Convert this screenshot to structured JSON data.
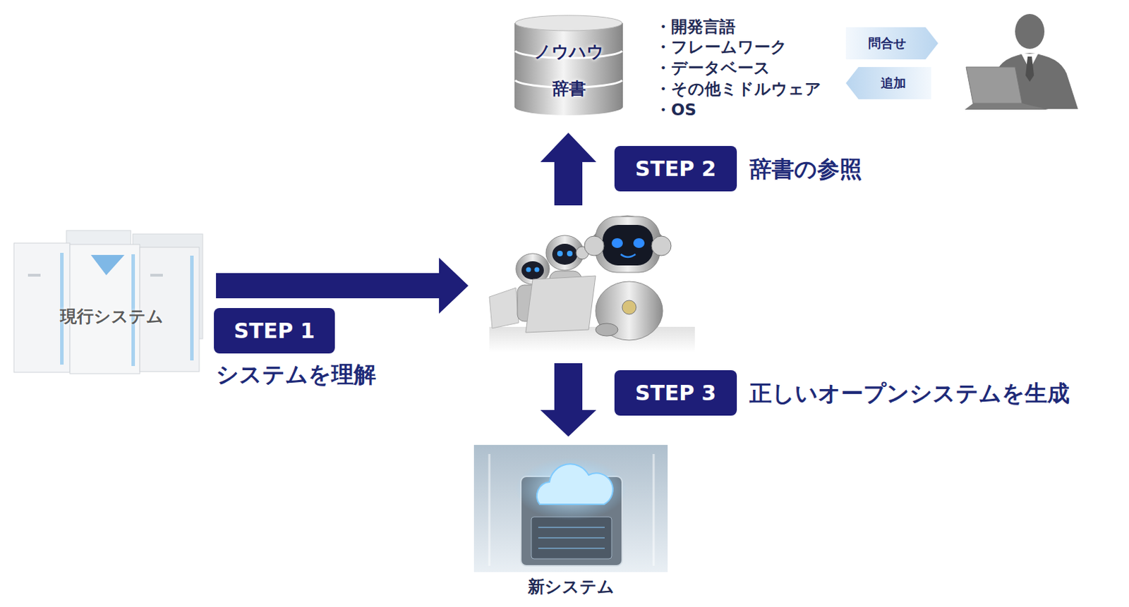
{
  "diagram": {
    "nodes": [
      {
        "text": [
          "ノウハウ",
          "辞書"
        ]
      },
      {
        "text": [
          "問合せ"
        ]
      },
      {
        "text": [
          "追加"
        ]
      },
      {
        "text": [
          "STEP 2",
          "辞書の参照"
        ]
      },
      {
        "text": [
          "現行システム"
        ]
      },
      {
        "text": [
          "STEP 1",
          "システムを理解"
        ]
      },
      {
        "text": [
          "STEP 3",
          "正しいオープンシステムを生成"
        ]
      },
      {
        "text": [
          "新システム"
        ]
      }
    ],
    "labels": [
      "・開発言語",
      "・フレームワーク",
      "・データベース",
      "・その他ミドルウェア",
      "・OS"
    ]
  }
}
